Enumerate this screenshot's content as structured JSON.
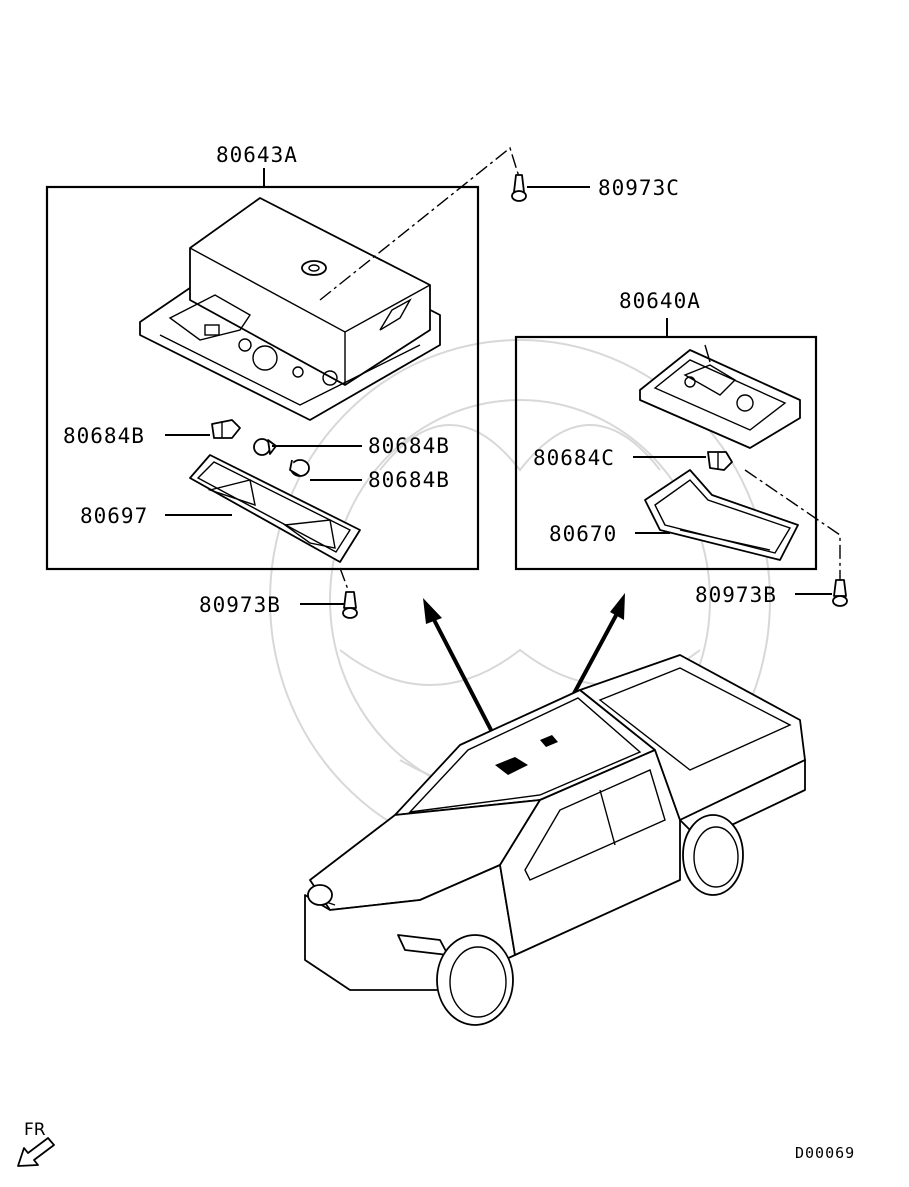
{
  "labels": {
    "lamp_assembly_front": "80643A",
    "lamp_assembly_rear": "80640A",
    "screw_top": "80973C",
    "screw_left": "80973B",
    "screw_right": "80973B",
    "bulb_front_1": "80684B",
    "bulb_front_2": "80684B",
    "bulb_front_3": "80684B",
    "bulb_rear": "80684C",
    "lens_front": "80697",
    "lens_rear": "80670",
    "direction": "FR",
    "diagram_code": "D00069"
  }
}
